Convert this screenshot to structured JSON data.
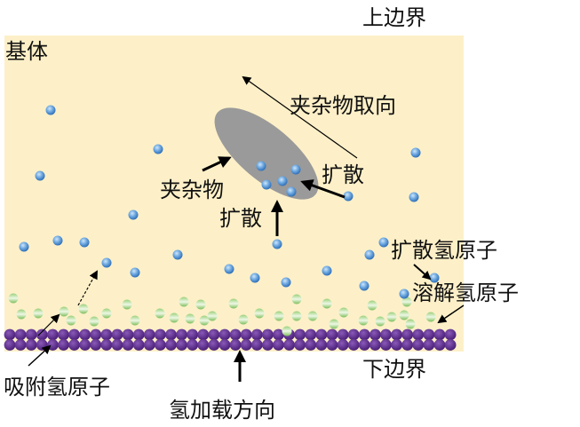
{
  "labels": {
    "upper_boundary": "上边界",
    "matrix": "基体",
    "inclusion_orientation": "夹杂物取向",
    "diffusion_right": "扩散",
    "inclusion": "夹杂物",
    "diffusion_bottom": "扩散",
    "diffusing_hydrogen": "扩散氢原子",
    "dissolved_hydrogen": "溶解氢原子",
    "adsorbed_hydrogen": "吸附氢原子",
    "lower_boundary": "下边界",
    "hydrogen_loading_direction": "氢加载方向"
  },
  "colors": {
    "matrix": "#fdf0c8",
    "diffusing_atom": "#4a90d0",
    "dissolved_atom": "#8cc870",
    "surface_atom": "#5a2d8a",
    "inclusion": "#9a9a9a"
  }
}
